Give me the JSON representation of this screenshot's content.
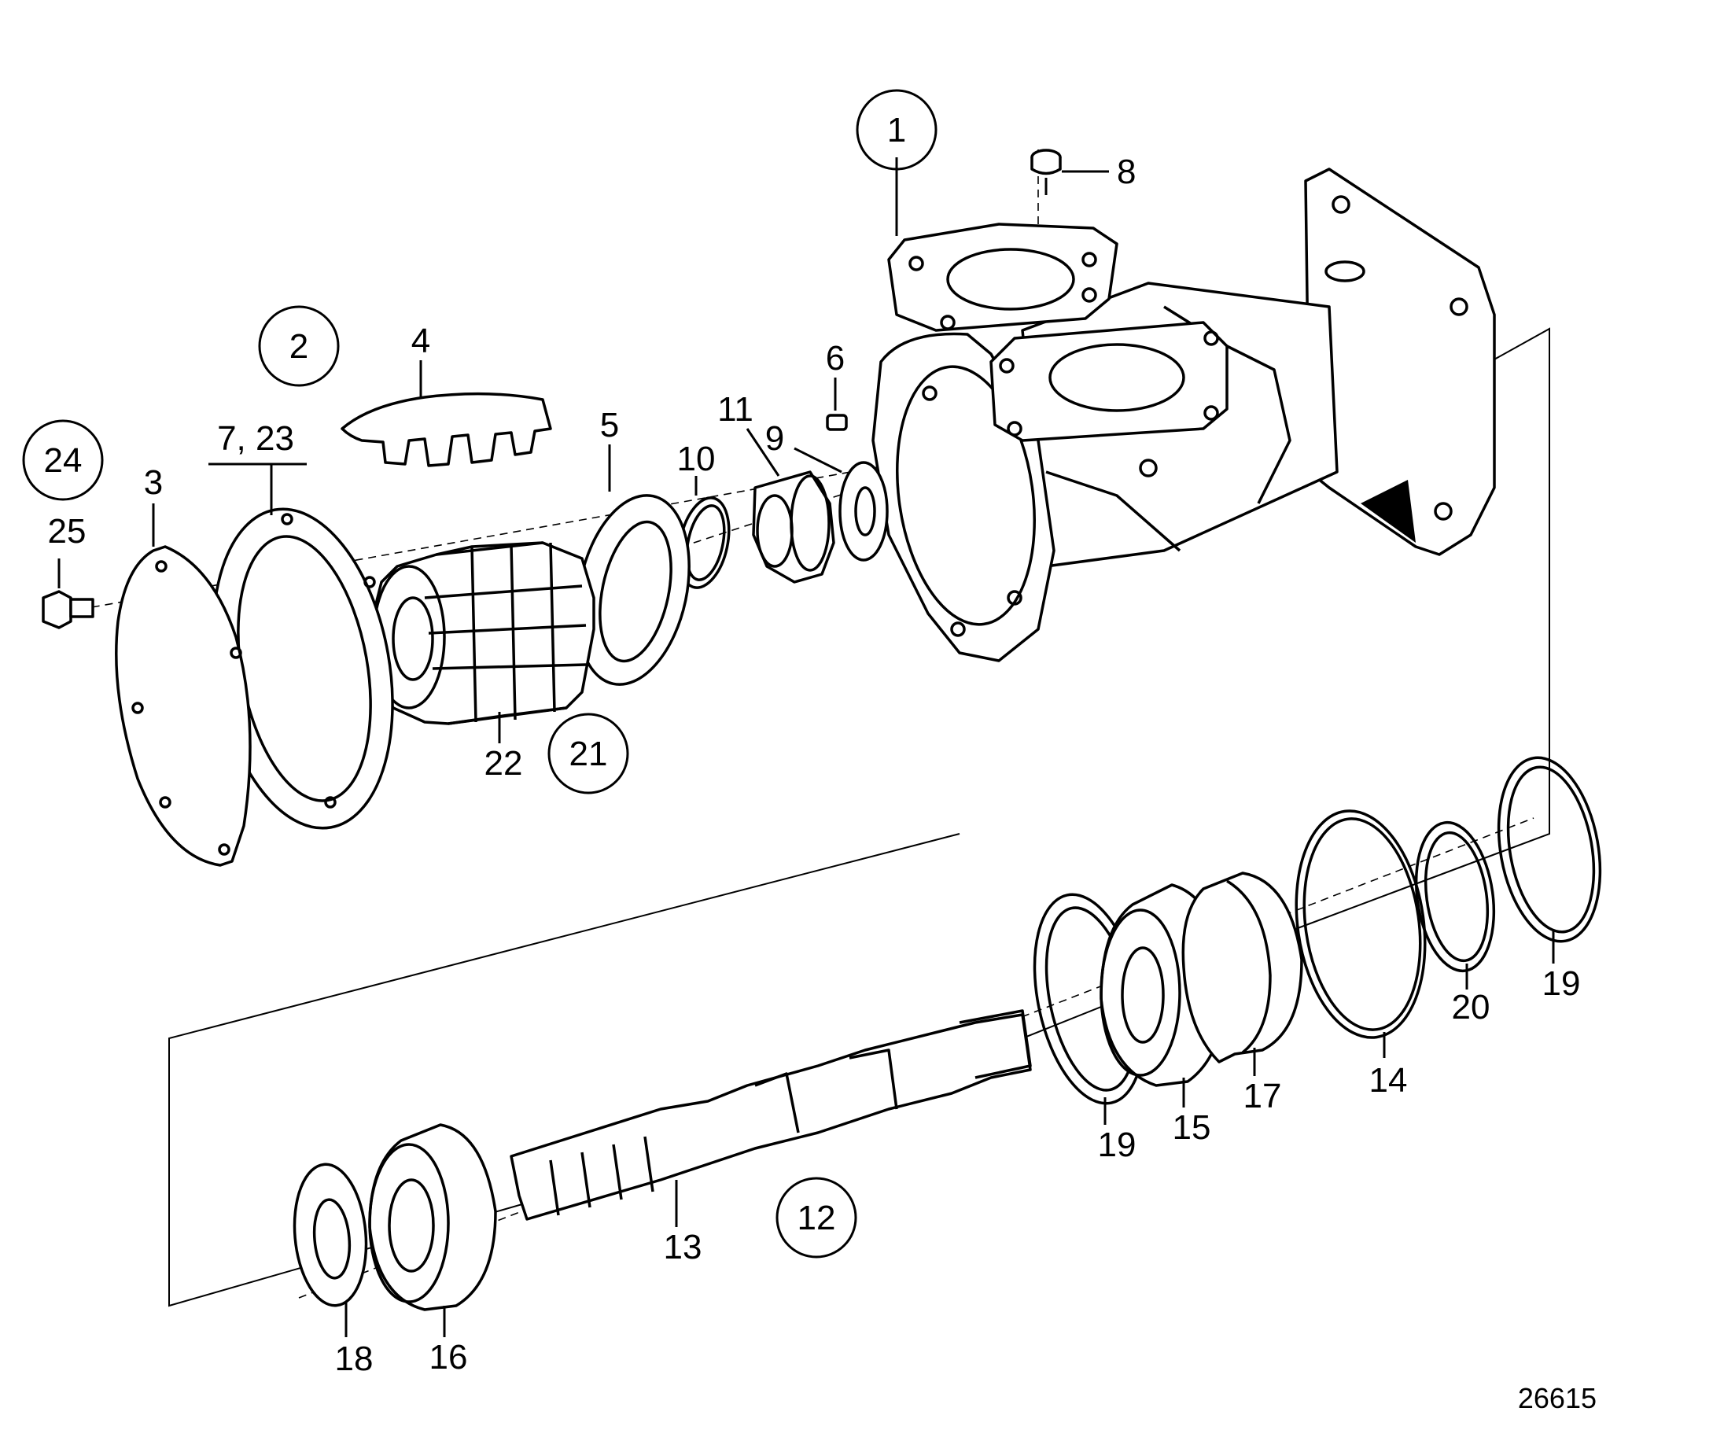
{
  "diagram": {
    "reference_number": "26615",
    "callouts": [
      {
        "label": "1",
        "circled": true
      },
      {
        "label": "2",
        "circled": true
      },
      {
        "label": "3",
        "circled": false
      },
      {
        "label": "4",
        "circled": false
      },
      {
        "label": "5",
        "circled": false
      },
      {
        "label": "6",
        "circled": false
      },
      {
        "label": "7, 23",
        "circled": false
      },
      {
        "label": "8",
        "circled": false
      },
      {
        "label": "9",
        "circled": false
      },
      {
        "label": "10",
        "circled": false
      },
      {
        "label": "11",
        "circled": false
      },
      {
        "label": "12",
        "circled": true
      },
      {
        "label": "13",
        "circled": false
      },
      {
        "label": "14",
        "circled": false
      },
      {
        "label": "15",
        "circled": false
      },
      {
        "label": "16",
        "circled": false
      },
      {
        "label": "17",
        "circled": false
      },
      {
        "label": "18",
        "circled": false
      },
      {
        "label": "19",
        "circled": false
      },
      {
        "label": "19",
        "circled": false
      },
      {
        "label": "20",
        "circled": false
      },
      {
        "label": "21",
        "circled": true
      },
      {
        "label": "22",
        "circled": false
      },
      {
        "label": "24",
        "circled": true
      },
      {
        "label": "25",
        "circled": false
      }
    ]
  }
}
